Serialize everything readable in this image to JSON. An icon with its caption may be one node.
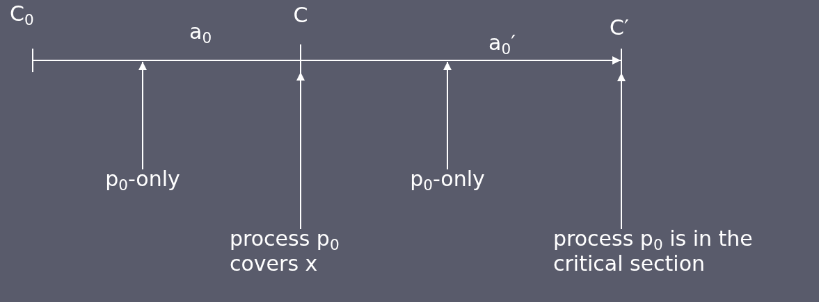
{
  "diagram": {
    "nodes": [
      {
        "text": [],
        "shape": "bar",
        "beside": [
          "C$_{0}$"
        ]
      },
      {
        "text": [],
        "shape": "bar",
        "beside": [
          "C"
        ]
      },
      {
        "text": [],
        "shape": "bar",
        "beside": [
          "C′"
        ]
      },
      {
        "text": [
          "p$_{0}$-only"
        ]
      },
      {
        "text": [
          "process p$_{0}$ covers x"
        ]
      },
      {
        "text": [
          "p$_{0}$-only"
        ]
      },
      {
        "text": [
          "process p$_{0}$ is in the critical section"
        ]
      }
    ],
    "edges": [
      {
        "from": 0,
        "to": 2,
        "arrow": "to"
      },
      {
        "from": 3,
        "to": null,
        "arrow": "to"
      },
      {
        "from": 4,
        "to": 1,
        "arrow": "to"
      },
      {
        "from": 5,
        "to": null,
        "arrow": "to"
      },
      {
        "from": 6,
        "to": 2,
        "arrow": "to"
      }
    ],
    "labels": [
      "a$_{0}$",
      "a$_{0}$′"
    ]
  }
}
